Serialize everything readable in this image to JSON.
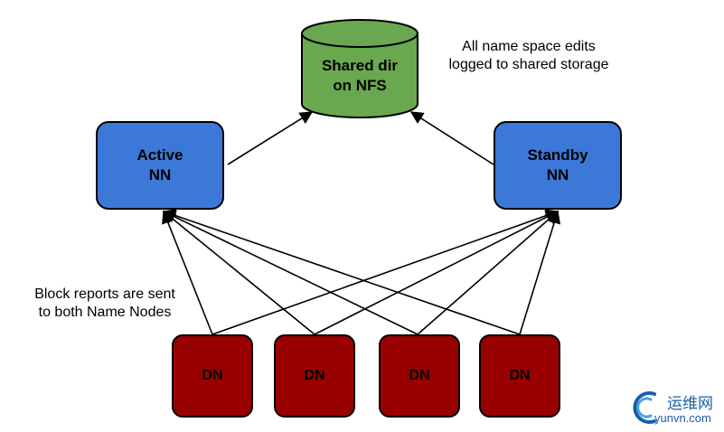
{
  "shared_storage": {
    "line1": "Shared dir",
    "line2": "on NFS",
    "fill": "#6aa84f"
  },
  "active_nn": {
    "line1": "Active",
    "line2": "NN",
    "fill": "#3c78d8"
  },
  "standby_nn": {
    "line1": "Standby",
    "line2": "NN",
    "fill": "#3c78d8"
  },
  "data_nodes": [
    {
      "label": "DN"
    },
    {
      "label": "DN"
    },
    {
      "label": "DN"
    },
    {
      "label": "DN"
    }
  ],
  "dn_fill": "#990000",
  "notes": {
    "edits": {
      "line1": "All name space edits",
      "line2": "logged to shared storage"
    },
    "block_reports": {
      "line1": "Block reports are sent",
      "line2": "to both Name Nodes"
    }
  },
  "watermark": {
    "cn": "运维网",
    "en": "yunvn.com"
  }
}
